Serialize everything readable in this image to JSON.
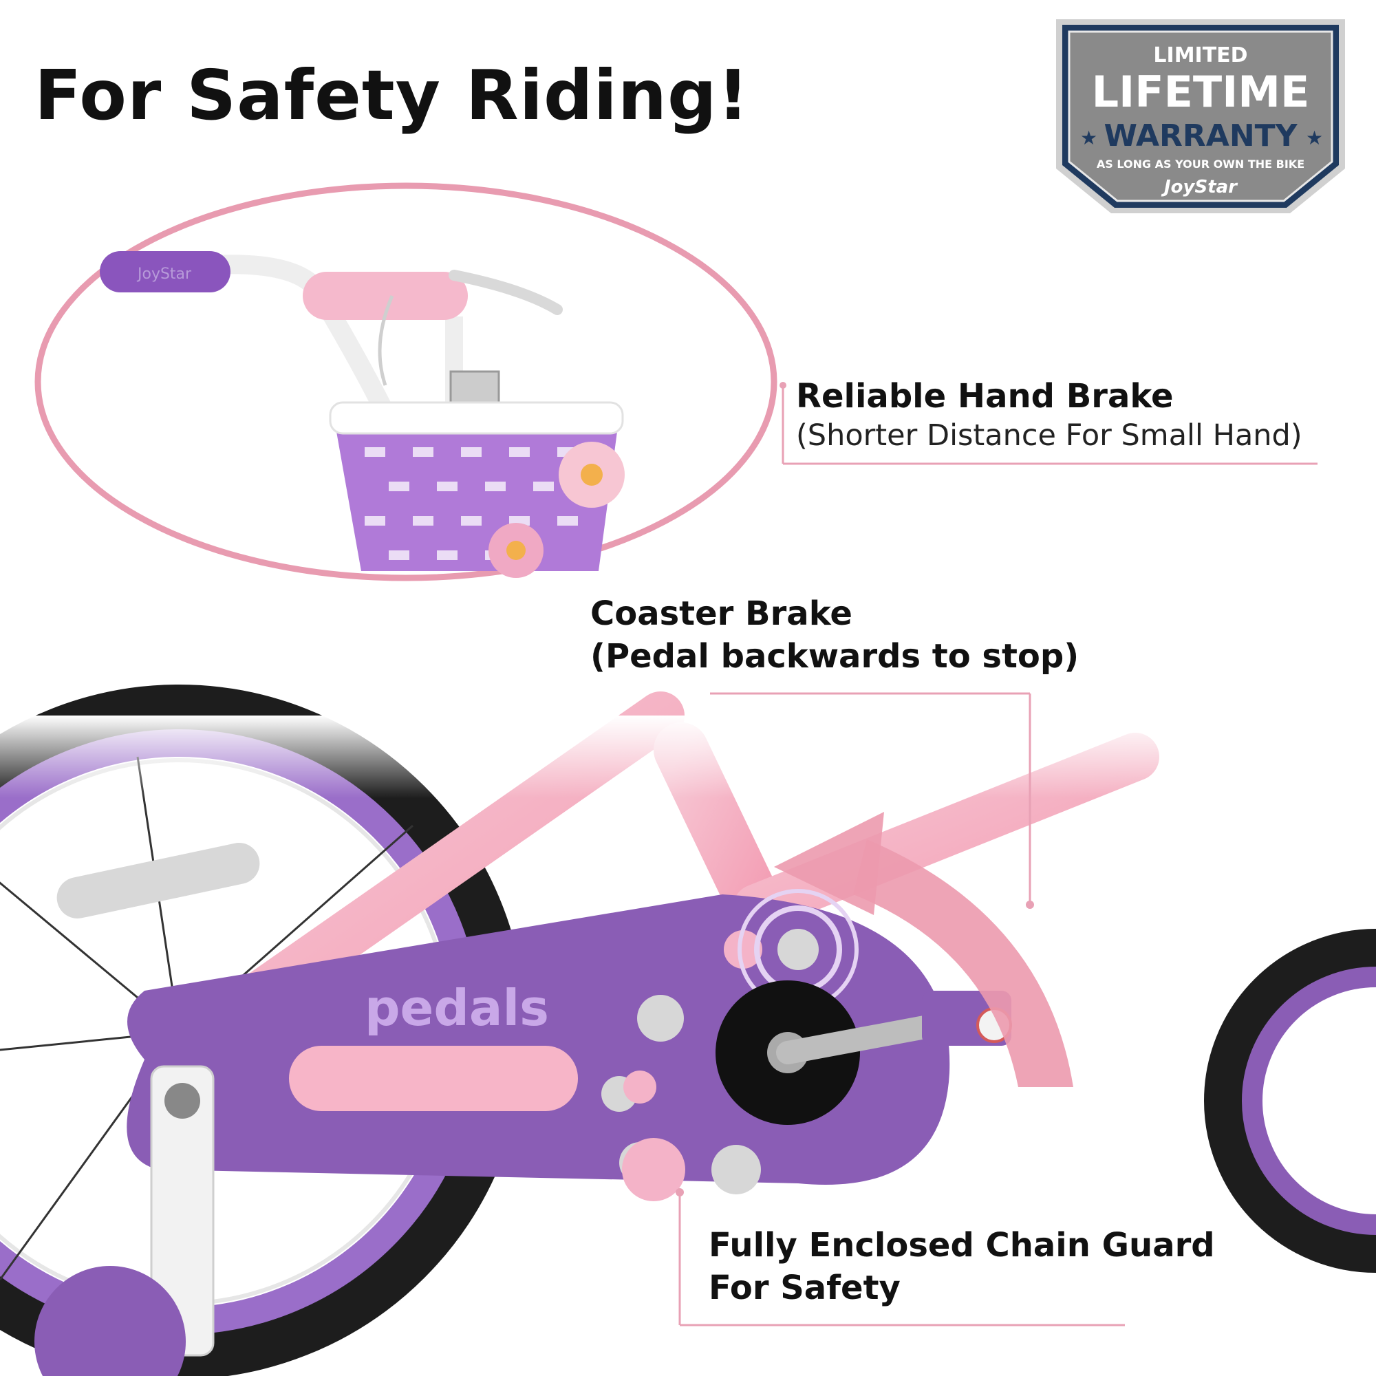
{
  "headline": "For Safety Riding!",
  "badge": {
    "line1": "LIMITED",
    "line2": "LIFETIME",
    "line3": "WARRANTY",
    "line4": "AS LONG AS YOUR OWN THE BIKE",
    "brand": "JoyStar",
    "color_frame": "#1f3a5f",
    "color_fill": "#8a8a8a"
  },
  "callouts": {
    "hand_brake": {
      "title": "Reliable Hand Brake",
      "subtitle": "(Shorter Distance For Small Hand)"
    },
    "coaster_brake": {
      "title": "Coaster Brake",
      "subtitle": "(Pedal backwards to stop)"
    },
    "chain_guard": {
      "title": "Fully Enclosed Chain Guard",
      "subtitle": "For Safety"
    }
  },
  "product_photo": {
    "guard_text": "pedals",
    "grip_text": "JoyStar"
  },
  "colors": {
    "accent_pink": "#e79bb0",
    "frame_purple": "#8a5db5",
    "basket_purple": "#b07ad8",
    "tire_black": "#1d1d1d"
  }
}
